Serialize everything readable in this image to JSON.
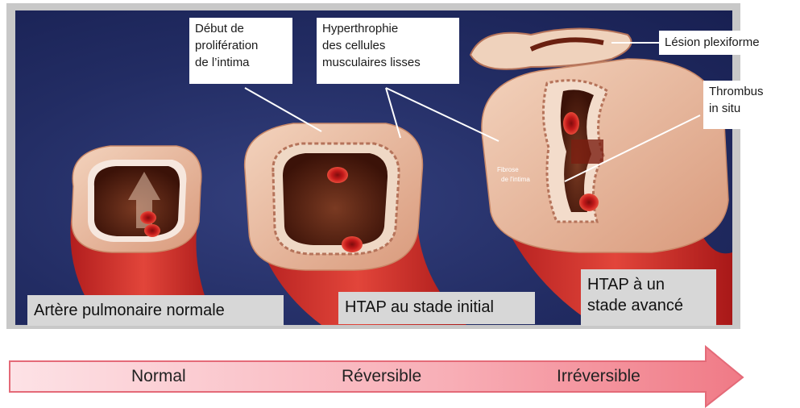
{
  "callouts": {
    "debut": [
      "Début de",
      "prolifération",
      "de l’intima"
    ],
    "hyper": [
      "Hyperthrophie",
      "des cellules",
      "musculaires lisses"
    ],
    "lesion": "Lésion plexiforme",
    "thrombus": [
      "Thrombus",
      "in situ"
    ]
  },
  "stages": {
    "normal": "Artère pulmonaire normale",
    "initial": "HTAP au stade initial",
    "advanced": [
      "HTAP à un",
      "stade avancé"
    ]
  },
  "progression": {
    "normal": "Normal",
    "reversible": "Réversible",
    "irreversible": "Irréversible"
  },
  "inner_label": [
    "Fibrose",
    "de l'intima"
  ],
  "colors": {
    "background": "#222c63",
    "wall": "#e8b49a",
    "muscle": "#f1cfb8",
    "vessel_red": "#d6322a",
    "arrow_start": "#fde2e6",
    "arrow_end": "#f07a86"
  }
}
